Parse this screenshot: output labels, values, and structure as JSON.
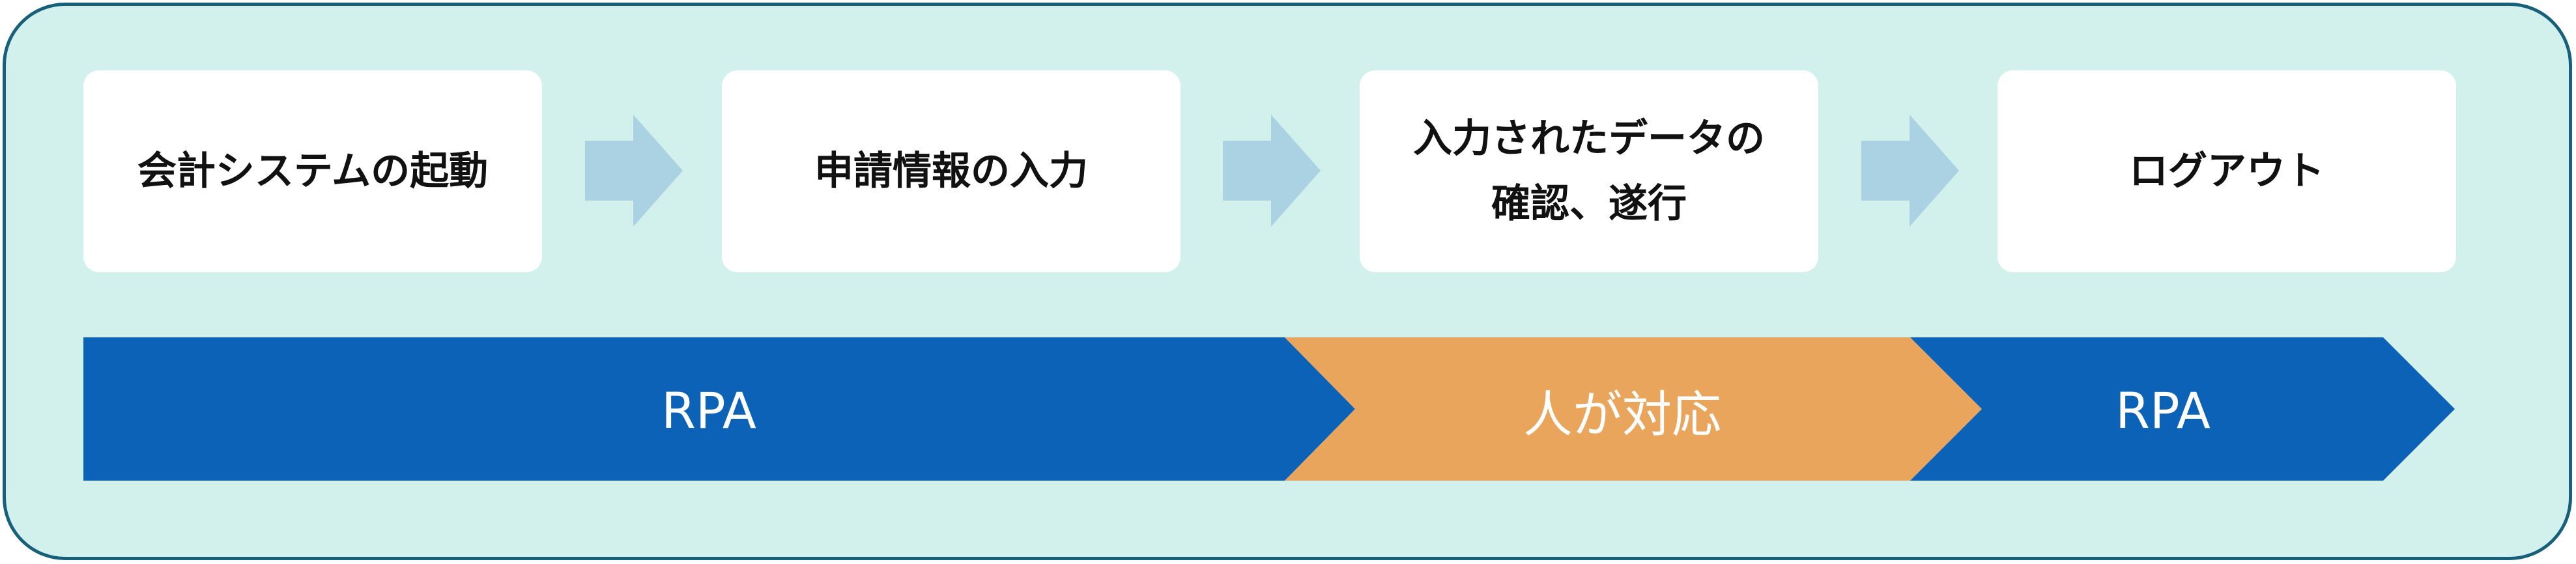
{
  "steps": [
    {
      "label": "会計システムの起動"
    },
    {
      "label": "申請情報の入力"
    },
    {
      "label": "入力されたデータの\n確認、遂行"
    },
    {
      "label": "ログアウト"
    }
  ],
  "phases": [
    {
      "label": "RPA",
      "color": "#0c62b6"
    },
    {
      "label": "人が対応",
      "color": "#eaa55c"
    },
    {
      "label": "RPA",
      "color": "#0c62b6"
    }
  ],
  "colors": {
    "panel_background": "#d2f0ec",
    "panel_border": "#17607c",
    "step_background": "#ffffff",
    "flow_arrow": "#aad2e3"
  }
}
